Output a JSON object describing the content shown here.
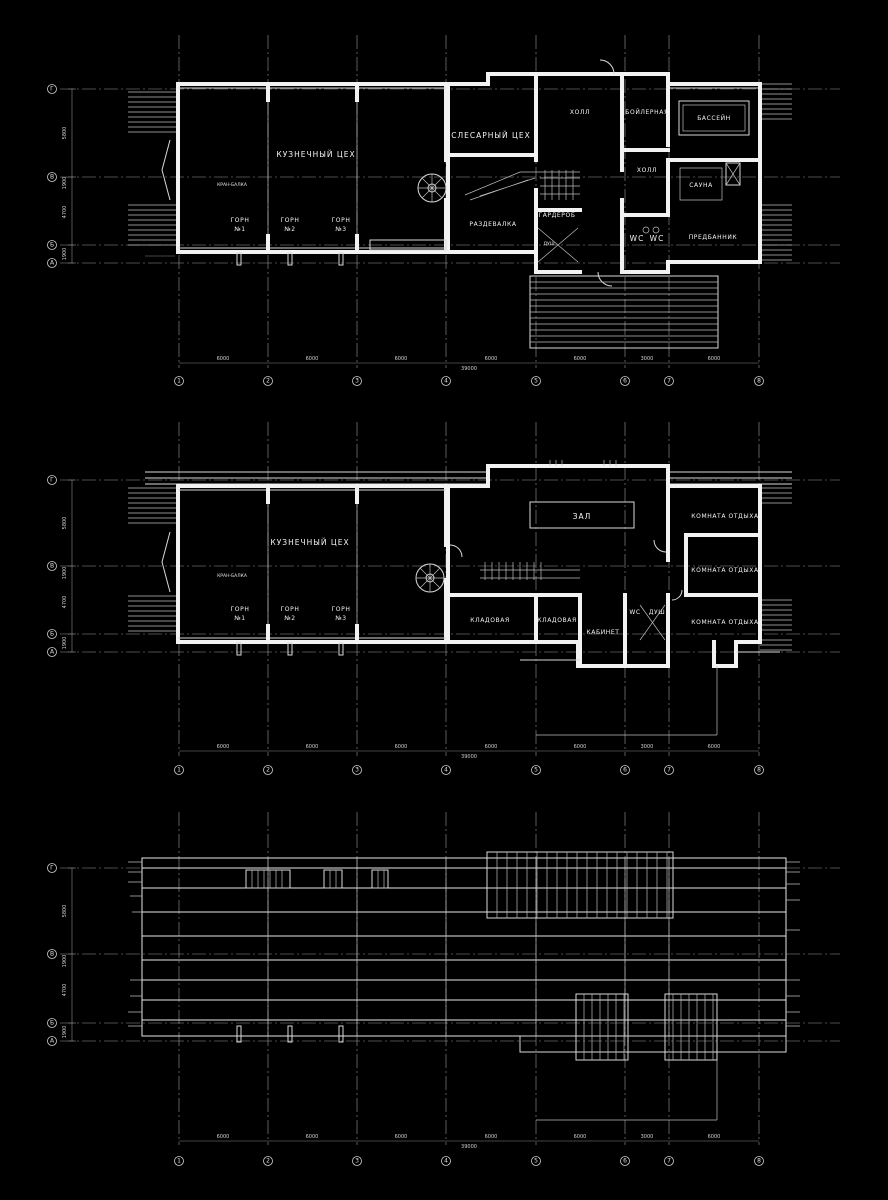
{
  "axes": {
    "columns": [
      "1",
      "2",
      "3",
      "4",
      "5",
      "6",
      "7",
      "8"
    ],
    "rows": [
      "Г",
      "В",
      "Б",
      "А"
    ]
  },
  "dimensions": {
    "spans": [
      "6000",
      "6000",
      "6000",
      "6000",
      "6000",
      "3000",
      "6000"
    ],
    "total": "39000",
    "vertical": [
      "5800",
      "1900",
      "4700",
      "1900"
    ]
  },
  "plan1": {
    "rooms": {
      "forge": "КУЗНЕЧНЫЙ ЦЕХ",
      "crane": "КРАН-БАЛКА",
      "furnace1": "ГОРН",
      "furnace1_num": "№1",
      "furnace2": "ГОРН",
      "furnace2_num": "№2",
      "furnace3": "ГОРН",
      "furnace3_num": "№3",
      "locksmith": "СЛЕСАРНЫЙ ЦЕХ",
      "hall": "ХОЛЛ",
      "boiler": "БОЙЛЕРНАЯ",
      "pool": "БАССЕЙН",
      "hall2": "ХОЛЛ",
      "sauna": "САУНА",
      "dressing": "РАЗДЕВАЛКА",
      "wardrobe": "ГАРДЕРОБ",
      "shower": "ДУШ",
      "wc1": "WC",
      "wc2": "WC",
      "anteroom": "ПРЕДБАННИК"
    }
  },
  "plan2": {
    "rooms": {
      "forge": "КУЗНЕЧНЫЙ ЦЕХ",
      "crane": "КРАН-БАЛКА",
      "furnace1": "ГОРН",
      "furnace1_num": "№1",
      "furnace2": "ГОРН",
      "furnace2_num": "№2",
      "furnace3": "ГОРН",
      "furnace3_num": "№3",
      "hallroom": "ЗАЛ",
      "rest1": "КОМНАТА ОТДЫХА",
      "rest2": "КОМНАТА ОТДЫХА",
      "rest3": "КОМНАТА ОТДЫХА",
      "storage1": "КЛАДОВАЯ",
      "storage2": "КЛАДОВАЯ",
      "office": "КАБИНЕТ",
      "wc": "WC",
      "shower": "ДУШ"
    }
  },
  "plan3": {}
}
